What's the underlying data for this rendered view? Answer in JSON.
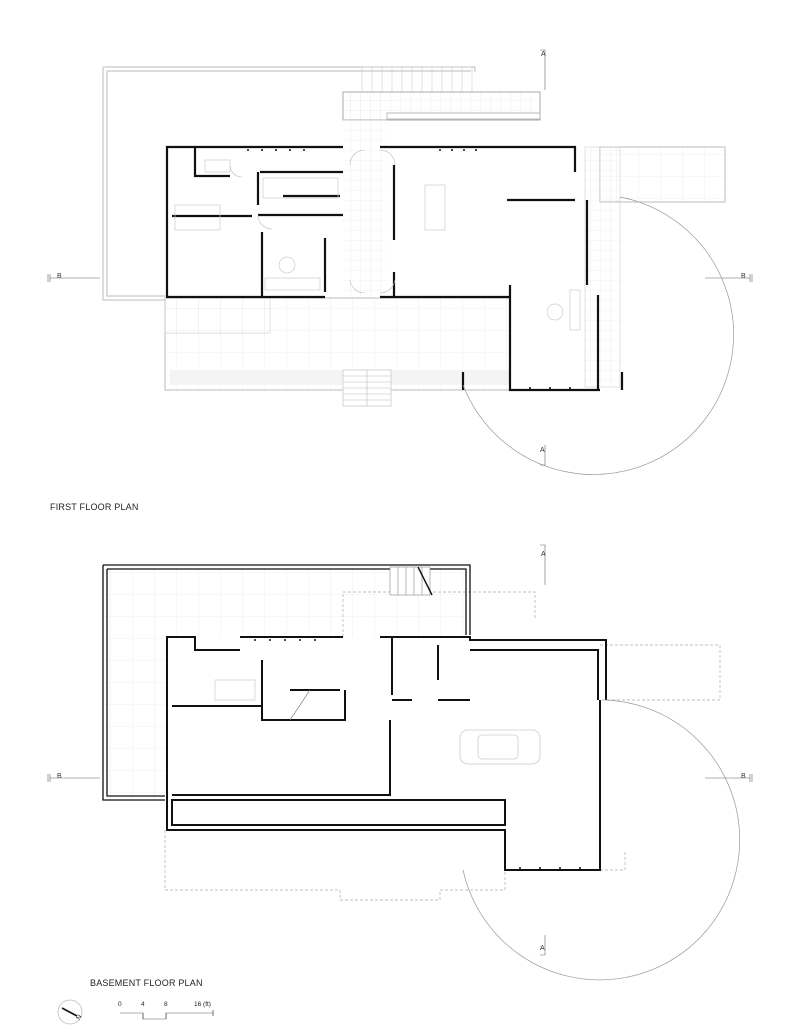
{
  "plans": [
    {
      "title": "FIRST FLOOR PLAN",
      "section_marks": {
        "a_top": "A",
        "a_bottom": "A",
        "b_left": "B",
        "b_right": "B"
      }
    },
    {
      "title": "BASEMENT FLOOR PLAN",
      "section_marks": {
        "a_top": "A",
        "a_bottom": "A",
        "b_left": "B",
        "b_right": "B"
      }
    }
  ],
  "north_arrow": {
    "label": "N"
  },
  "scale_bar": {
    "ticks": [
      "0",
      "4",
      "8",
      "16 (ft)"
    ]
  },
  "colors": {
    "wall": "#111111",
    "light_line": "#bbbbbb",
    "grid": "#dddddd"
  }
}
